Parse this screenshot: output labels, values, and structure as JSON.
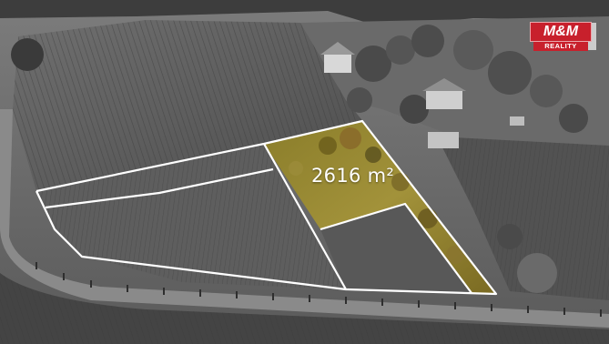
{
  "photo": {
    "subject": "plot-aerial",
    "area_label": "2616 m²",
    "outline_color": "#ffffff",
    "highlight_color": "#9a8a2e"
  },
  "logo": {
    "main_text": "M&M",
    "sub_text": "REALITY",
    "brand_color": "#c8202c"
  }
}
